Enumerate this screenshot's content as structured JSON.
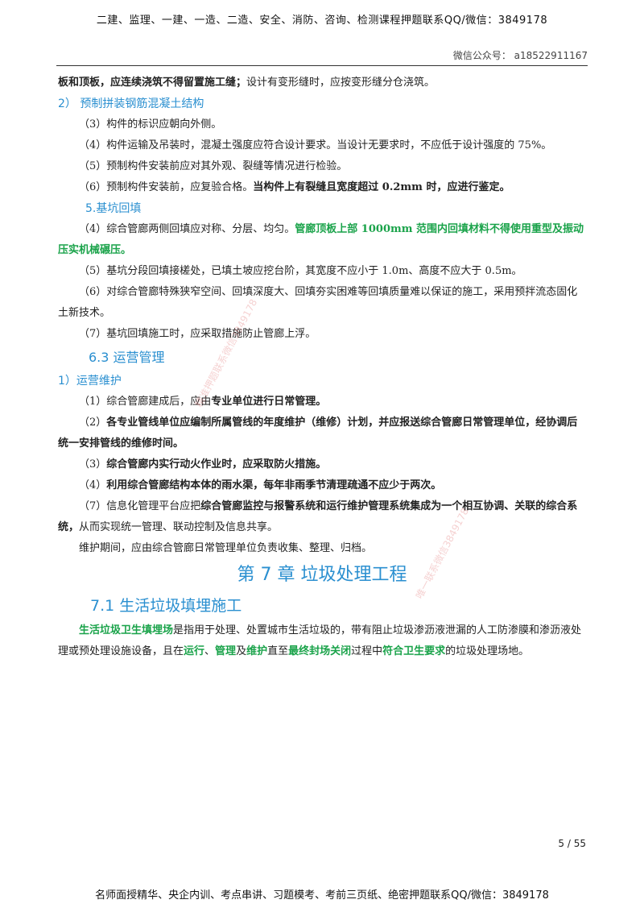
{
  "header": {
    "banner": "二建、监理、一建、一造、二造、安全、消防、咨询、检测课程押题联系QQ/微信：3849178",
    "wechat": "微信公众号： a18522911167"
  },
  "lines": {
    "l0_b": "板和顶板，应连续浇筑不得留置施工缝；",
    "l0_t": "设计有变形缝时，应按变形缝分仓浇筑。",
    "h_prefab": "2） 预制拼装钢筋混凝土结构",
    "p3": "（3）构件的标识应朝向外侧。",
    "p4": "（4）构件运输及吊装时，混凝土强度应符合设计要求。当设计无要求时，不应低于设计强度的 75%。",
    "p5": "（5）预制构件安装前应对其外观、裂缝等情况进行检验。",
    "p6_t": "（6）预制构件安装前，应复验合格。",
    "p6_b": "当构件上有裂缝且宽度超过 0.2mm 时，应进行鉴定。",
    "h_backfill": "5.基坑回填",
    "b4_t": "（4）综合管廊两侧回填应对称、分层、均匀。",
    "b4_g": "管廊顶板上部 1000mm 范围内回填材料不得使用重型及振动压实机械碾压。",
    "b5": "（5）基坑分段回填接槎处，已填土坡应挖台阶，其宽度不应小于 1.0m、高度不应大于 0.5m。",
    "b6": "（6）对综合管廊特殊狭窄空间、回填深度大、回填夯实困难等回填质量难以保证的施工，采用预拌流态固化土新技术。",
    "b7": "（7）基坑回填施工时，应采取措施防止管廊上浮。",
    "h_63": "6.3 运营管理",
    "h_maint": "1）运营维护",
    "m1_t": "（1）综合管廊建成后，应由",
    "m1_b": "专业单位进行日常管理。",
    "m2_t": "（2）",
    "m2_b": "各专业管线单位应编制所属管线的年度维护（维修）计划，并应报送综合管廊日常管理单位，经协调后统一安排管线的维修时间。",
    "m3_t": "（3）",
    "m3_b": "综合管廊内实行动火作业时，应采取防火措施。",
    "m4_t": "（4）",
    "m4_b": "利用综合管廊结构本体的雨水渠，每年非雨季节清理疏通不应少于两次。",
    "m7_t": "（7）信息化管理平台应把",
    "m7_b": "综合管廊监控与报警系统和运行维护管理系统集成为一个相互协调、关联的综合系统，",
    "m7_t2": "从而实现统一管理、联动控制及信息共享。",
    "m8": "维护期间，应由综合管廊日常管理单位负责收集、整理、归档。",
    "h_ch7": "第 7 章 垃圾处理工程",
    "h_71": "7.1 生活垃圾填埋施工",
    "d_g1": "生活垃圾卫生填埋场",
    "d_t1": "是指用于处理、处置城市生活垃圾的，带有阻止垃圾渗沥液泄漏的人工防渗膜和渗沥液处理或预处理设施设备，且在",
    "d_g2": "运行",
    "d_t2": "、",
    "d_g3": "管理",
    "d_t3": "及",
    "d_g4": "维护",
    "d_t4": "直至",
    "d_g5": "最终封场关闭",
    "d_t5": "过程中",
    "d_g6": "符合卫生要求",
    "d_t6": "的垃圾处理场地。"
  },
  "page_number": "5 / 55",
  "footer": "名师面授精华、央企内训、考点串讲、习题模考、考前三页纸、绝密押题联系QQ/微信：3849178",
  "watermarks": [
    "精准押题联系微信3849178",
    "唯一联系微信3849178"
  ],
  "colors": {
    "heading_blue": "#2a8fd0",
    "highlight_green": "#1aa34a"
  }
}
